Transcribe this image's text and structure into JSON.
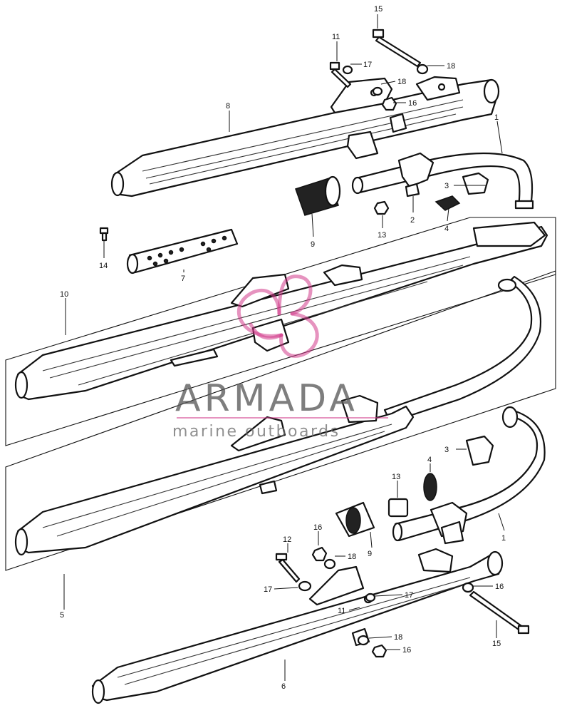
{
  "watermark": {
    "title": "ARMADA",
    "subtitle": "marine outboards",
    "accent_color": "#d13a8a",
    "text_color": "#5a5a5a"
  },
  "callouts": {
    "c1a": "1",
    "c1b": "1",
    "c2": "2",
    "c3a": "3",
    "c3b": "3",
    "c4a": "4",
    "c4b": "4",
    "c5": "5",
    "c6": "6",
    "c7": "7",
    "c8": "8",
    "c9a": "9",
    "c9b": "9",
    "c10": "10",
    "c11a": "11",
    "c11b": "11",
    "c12": "12",
    "c13a": "13",
    "c13b": "13",
    "c14": "14",
    "c15a": "15",
    "c15b": "15",
    "c16a": "16",
    "c16b": "16",
    "c16c": "16",
    "c16d": "16",
    "c17a": "17",
    "c17b": "17",
    "c17c": "17",
    "c18a": "18",
    "c18b": "18",
    "c18c": "18",
    "c18d": "18"
  }
}
